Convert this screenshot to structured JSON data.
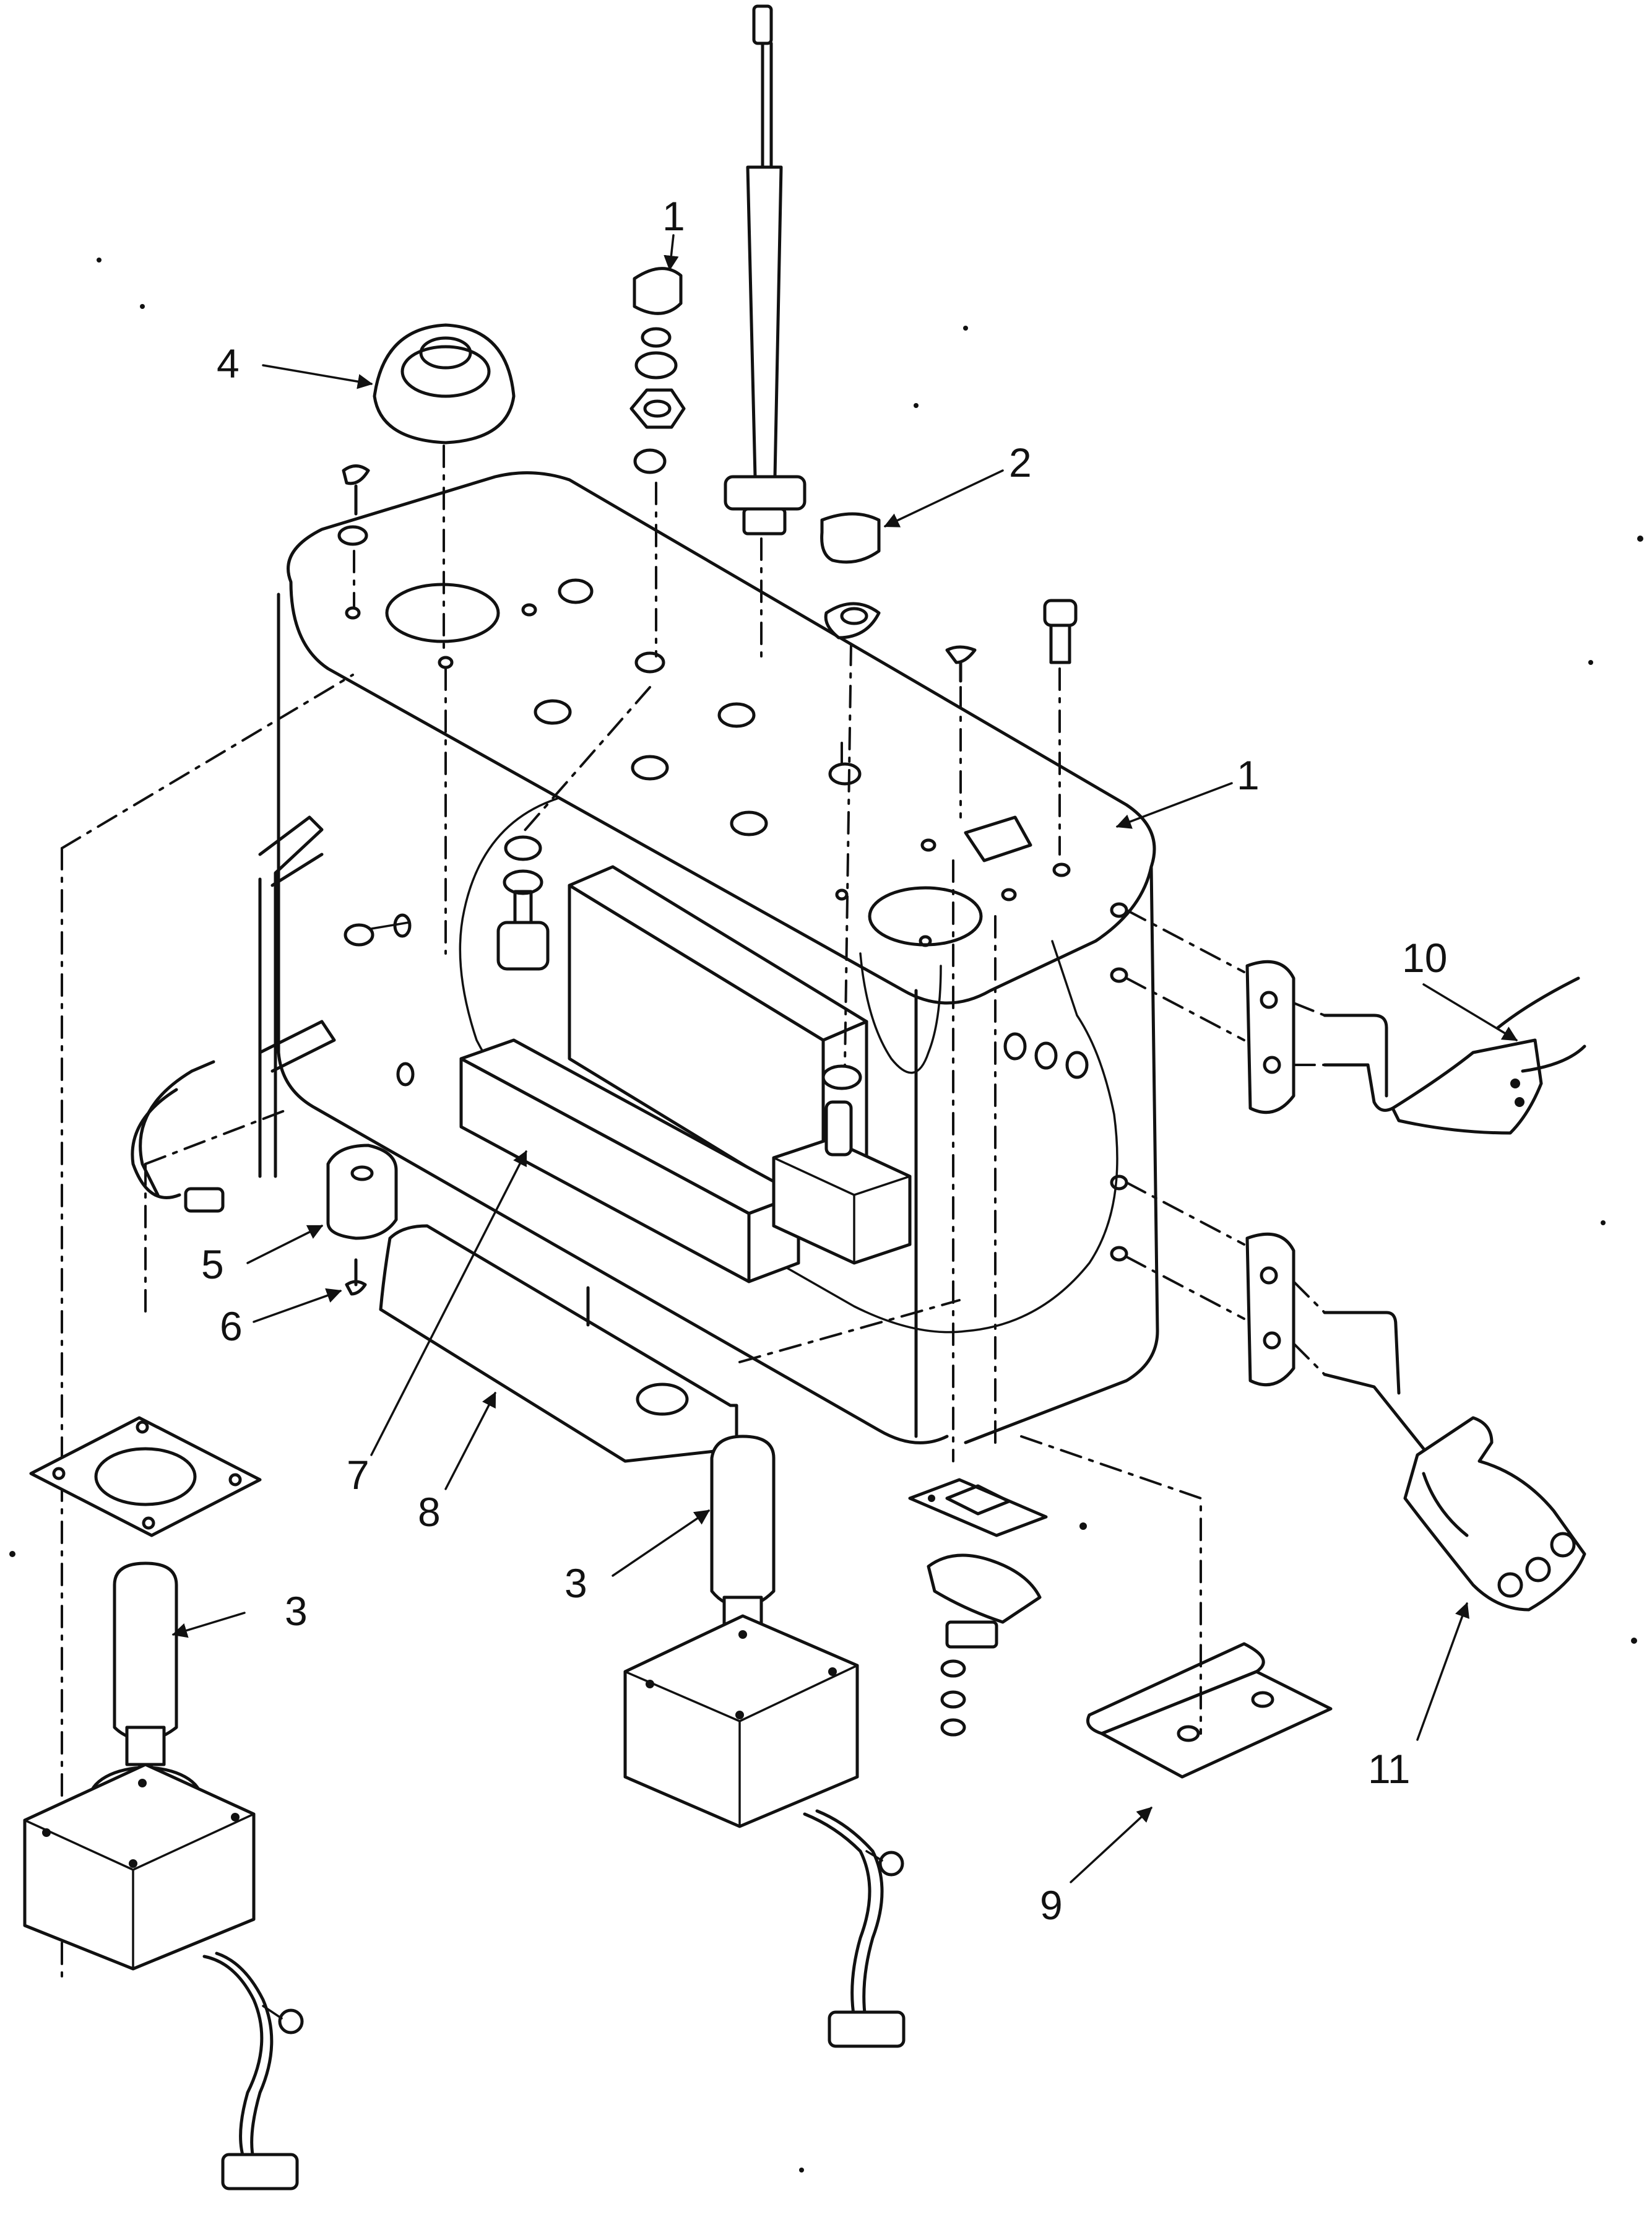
{
  "callouts": {
    "c1_top": "1",
    "c1_right": "1",
    "c2": "2",
    "c3_left": "3",
    "c3_center": "3",
    "c4": "4",
    "c5": "5",
    "c6": "6",
    "c7": "7",
    "c8": "8",
    "c9": "9",
    "c10": "10",
    "c11": "11"
  }
}
